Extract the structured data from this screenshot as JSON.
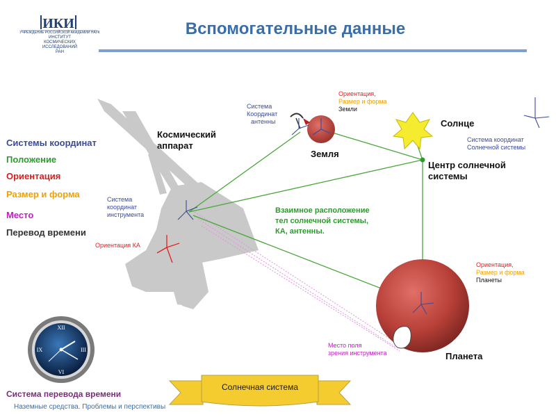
{
  "header": {
    "title": "Вспомогательные данные",
    "logo_text": "ИКИ",
    "logo_caption_small": "УЧРЕЖДЕНИЕ РОССИЙСКОЙ АКАДЕМИИ НАУК",
    "logo_caption_lines": [
      "ИНСТИТУТ",
      "КОСМИЧЕСКИХ",
      "ИССЛЕДОВАНИЙ",
      "РАН"
    ]
  },
  "left_list": {
    "coord_systems": "Системы координат",
    "position": "Положение",
    "orientation": "Ориентация",
    "size_shape": "Размер и форма",
    "place": "Место",
    "time_conversion": "Перевод времени"
  },
  "labels": {
    "spacecraft": [
      "Космический",
      "аппарат"
    ],
    "instrument_cs": [
      "Система",
      "координат",
      "инструмента"
    ],
    "spacecraft_orientation": "Ориентация КА",
    "antenna_cs": [
      "Система",
      "Координат",
      "антенны"
    ],
    "earth_info": [
      "Ориентация,",
      "Размер и форма",
      "Земли"
    ],
    "earth": "Земля",
    "sun": "Солнце",
    "solar_cs": [
      "Система координат",
      "Солнечной системы"
    ],
    "solar_center": [
      "Центр солнечной",
      "системы"
    ],
    "mutual_position": [
      "Взаимное расположение",
      "тел солнечной системы,",
      "КА, антенны."
    ],
    "planet_info": [
      "Ориентация,",
      "Размер и форма",
      "Планеты"
    ],
    "fov": [
      "Место поля",
      "зрения инструмента"
    ],
    "planet": "Планета"
  },
  "ribbon": {
    "text": "Солнечная система"
  },
  "clock": {
    "caption": "Система перевода времени",
    "numerals": [
      "XII",
      "III",
      "VI",
      "IX"
    ]
  },
  "footer": {
    "text": "Наземные средства. Проблемы и перспективы"
  },
  "colors": {
    "title": "#3a6ea8",
    "coord_systems": "#3a4a9a",
    "position": "#2e9a2e",
    "orientation": "#d42020",
    "size_shape": "#f0a000",
    "place": "#c020c0",
    "time_conversion": "#333333",
    "line_green": "#4aa83a",
    "planet": "#b84038",
    "sun": "#f5ec30",
    "ribbon": "#f5cc30"
  }
}
